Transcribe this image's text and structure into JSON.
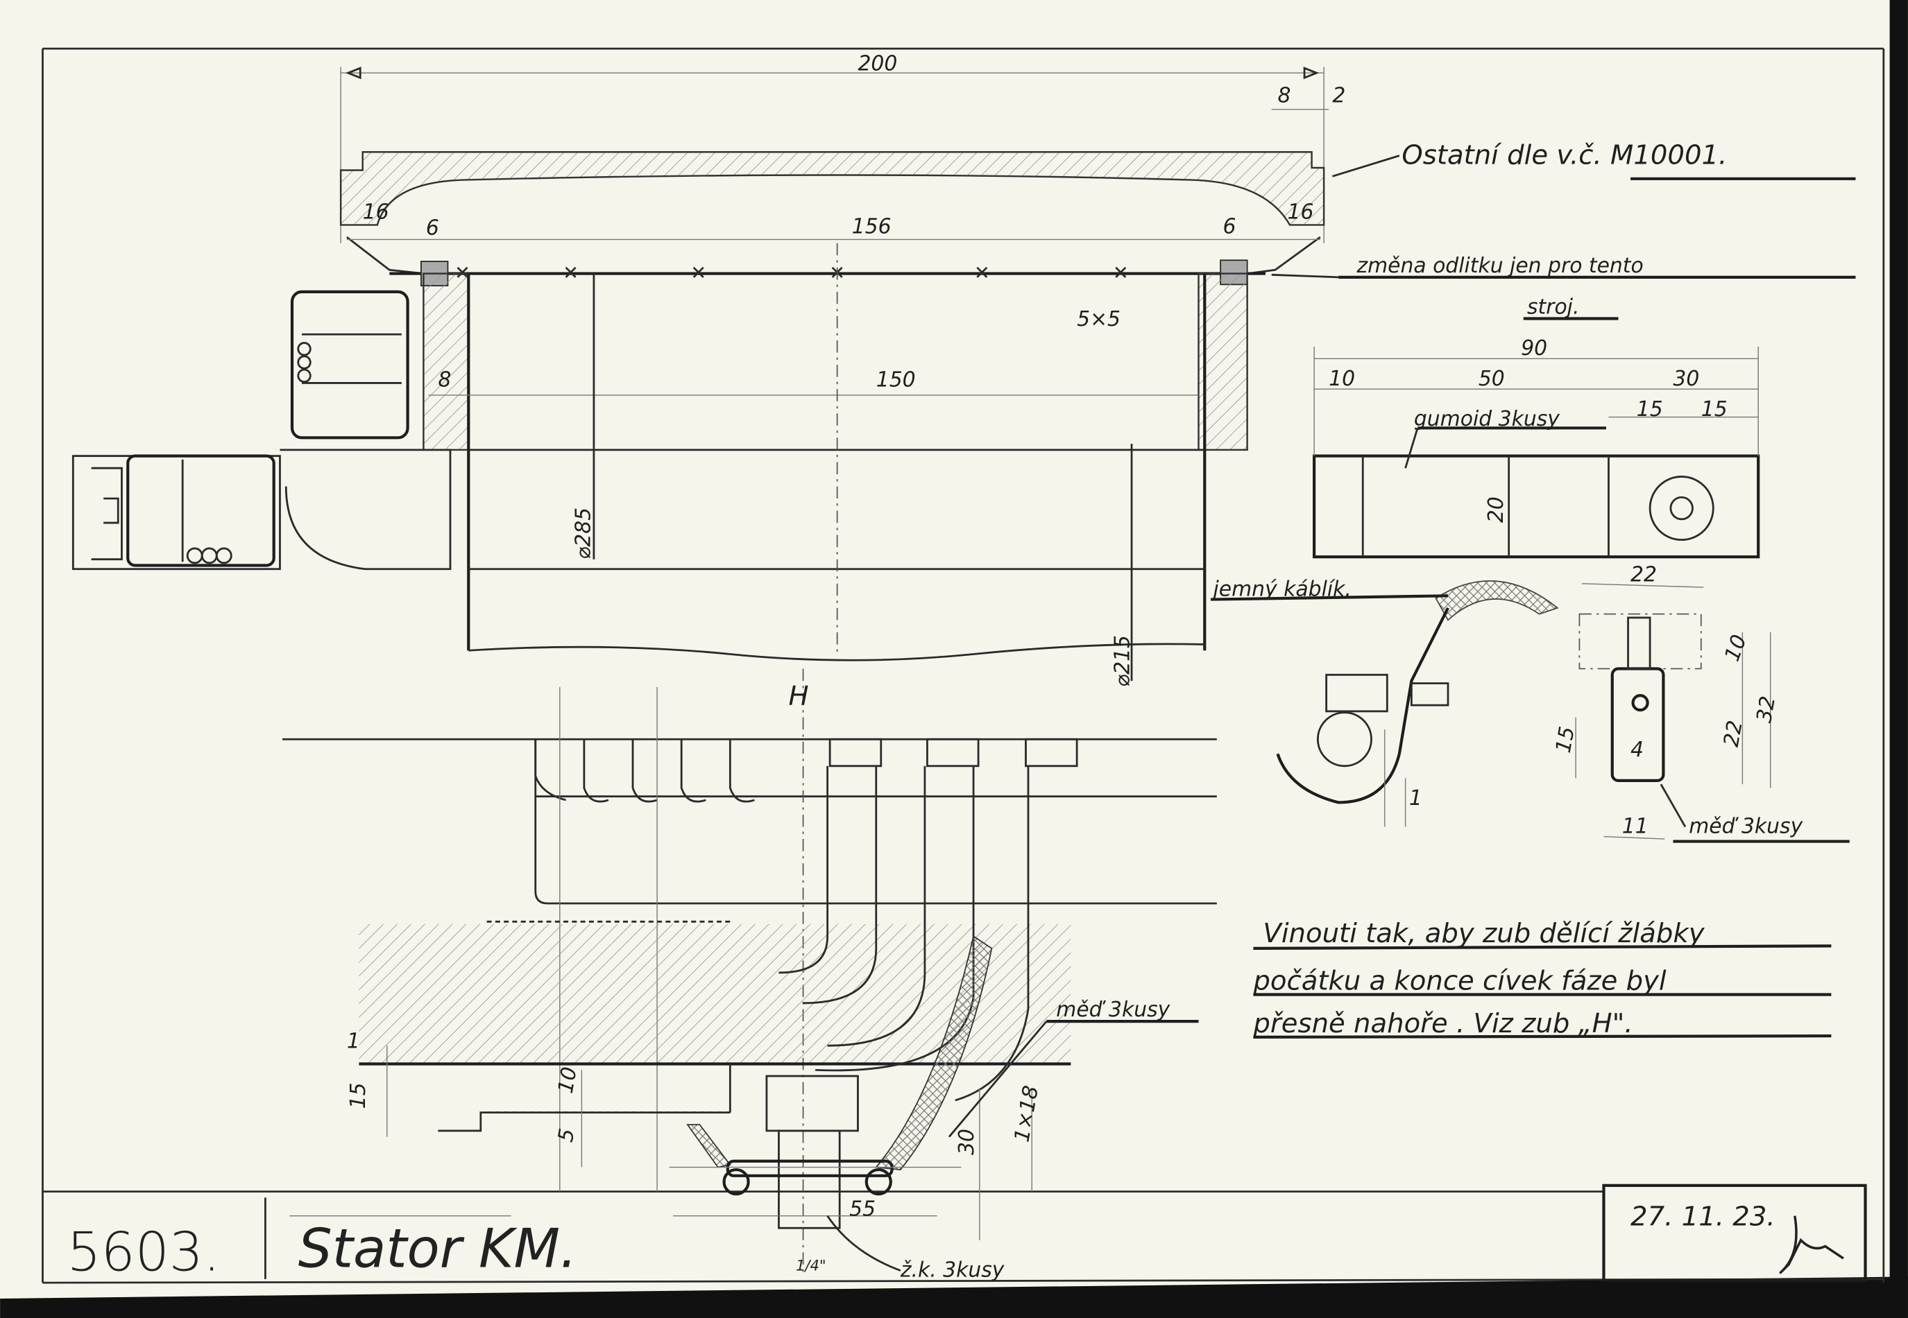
{
  "drawing": {
    "number": "5603.",
    "title": "Stator KM.",
    "date": "27. 11. 23.",
    "signature": "Sola"
  },
  "notes": {
    "reference": "Ostatní dle v.č. M10001.",
    "casting_change_line1": "změna   odlitku   jen pro tento",
    "casting_change_line2": "stroj.",
    "winding_line1": "Vinouti tak, aby zub dělící žlábky",
    "winding_line2": "počátku a konce cívek fáze byl",
    "winding_line3": "přesně nahoře . Viz zub „H\"."
  },
  "labels": {
    "gumoid": "gumoid 3kusy",
    "fine_cable": "jemný káblík.",
    "copper_lug": "měď 3kusy",
    "copper_strip": "měď 3kusy",
    "zk": "ž.k. 3kusy",
    "tooth_h": "H"
  },
  "dimensions": {
    "d200": "200",
    "d8_top": "8",
    "d2": "2",
    "d16_left": "16",
    "d16_right": "16",
    "d6_left": "6",
    "d156": "156",
    "d6_right": "6",
    "d5x5": "5×5",
    "d8_left": "8",
    "d150": "150",
    "d285": "⌀285",
    "d215": "⌀215",
    "d90": "90",
    "d10": "10",
    "d50": "50",
    "d30": "30",
    "d15a": "15",
    "d15b": "15",
    "d20": "20",
    "lug22": "22",
    "lug10": "10",
    "lug32": "32",
    "lug22b": "22",
    "lug15": "15",
    "lug4": "4",
    "lug11": "11",
    "cable1": "1",
    "b1": "1",
    "b15": "15",
    "b10": "10",
    "b5": "5",
    "b30": "30",
    "b1x18": "1×18",
    "b55": "55",
    "b14": "1/4\""
  }
}
